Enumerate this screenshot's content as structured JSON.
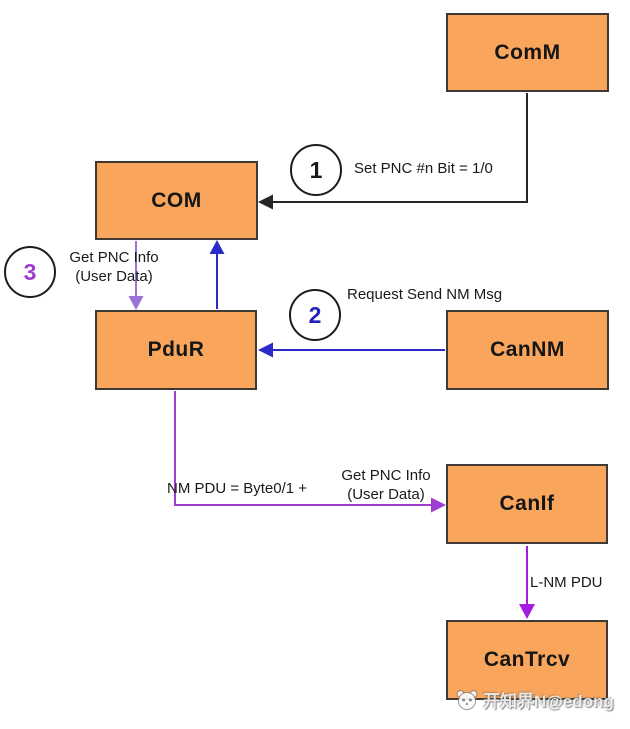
{
  "page": {
    "background": "#FFFFFF"
  },
  "colors": {
    "box_fill": "#F9A55C",
    "box_border": "#3E3A33",
    "arrow_black": "#262626",
    "arrow_blue": "#2A2AC8",
    "arrow_purple_light": "#9B72D6",
    "arrow_purple": "#9C3FD0",
    "arrow_magenta": "#A51CE0"
  },
  "boxes": {
    "comm": "ComM",
    "com": "COM",
    "pdur": "PduR",
    "cannm": "CanNM",
    "canif": "CanIf",
    "cantrcv": "CanTrcv"
  },
  "badges": {
    "step1": "1",
    "step2": "2",
    "step3": "3"
  },
  "labels": {
    "set_pnc": "Set PNC #n Bit = 1/0",
    "request_send_nm": "Request Send NM Msg",
    "get_pnc_info_line1": "Get PNC Info",
    "get_pnc_info_line2": "(User Data)",
    "nm_pdu": "NM PDU = Byte0/1  +",
    "get_pnc_info2_line1": "Get PNC Info",
    "get_pnc_info2_line2": "(User Data)",
    "l_nm_pdu": "L-NM PDU"
  },
  "watermark": {
    "text": "开知界N@edong"
  }
}
